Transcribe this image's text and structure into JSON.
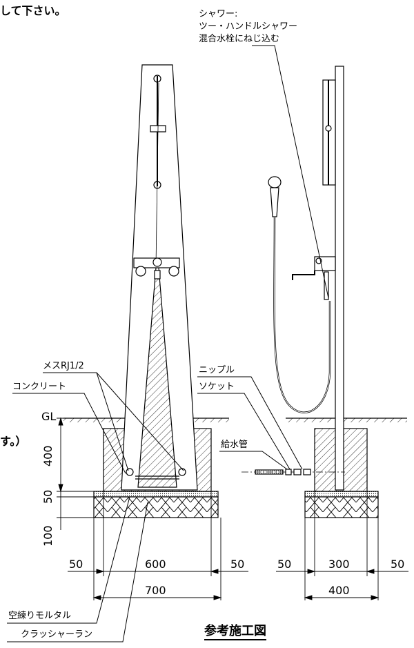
{
  "heading_fragment": "して下さい。",
  "note_fragment": "す。）",
  "shower_note": {
    "line1": "シャワー:",
    "line2": "ツー・ハンドルシャワー",
    "line3": "混合水栓にねじ込む"
  },
  "labels": {
    "female_thread": "メスRJ1/2",
    "concrete": "コンクリート",
    "ground_level": "GL",
    "nipple": "ニップル",
    "socket": "ソケット",
    "supply_pipe": "給水管",
    "dry_mortar": "空練りモルタル",
    "crusher_run": "クラッシャーラン"
  },
  "dimensions": {
    "depth_400": "400",
    "depth_50": "50",
    "depth_100": "100",
    "front_left_50": "50",
    "front_600": "600",
    "front_right_50": "50",
    "front_700": "700",
    "side_left_50": "50",
    "side_300": "300",
    "side_right_50": "50",
    "side_400": "400"
  },
  "title": "参考施工図"
}
